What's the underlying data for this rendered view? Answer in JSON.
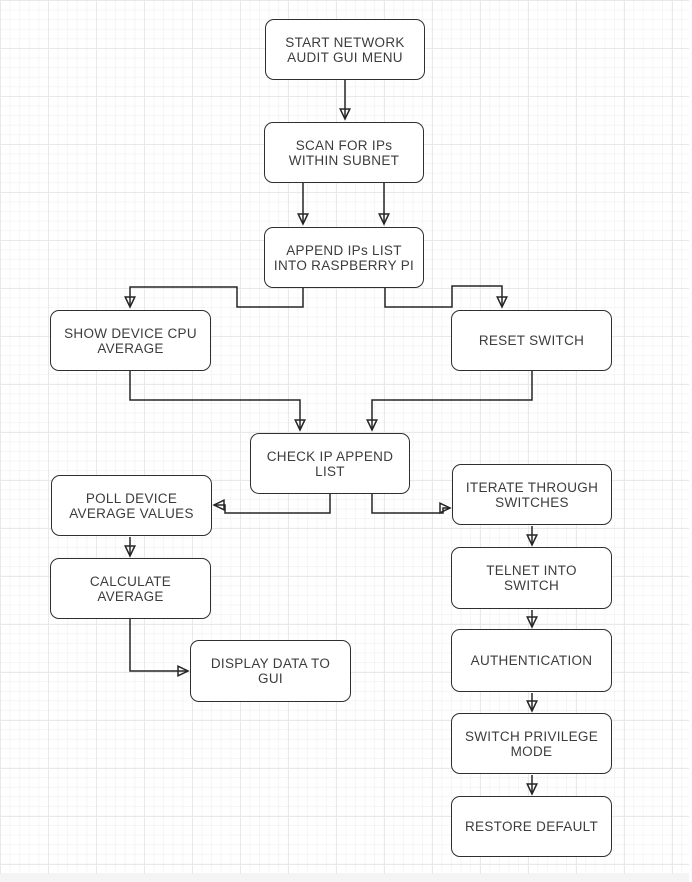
{
  "diagram_type": "flowchart",
  "nodes": {
    "start": {
      "label": "START NETWORK AUDIT GUI MENU"
    },
    "scan": {
      "label": "SCAN FOR IPs WITHIN SUBNET"
    },
    "append": {
      "label": "APPEND IPs LIST INTO RASPBERRY PI"
    },
    "show_cpu": {
      "label": "SHOW DEVICE CPU AVERAGE"
    },
    "reset": {
      "label": "RESET SWITCH"
    },
    "check": {
      "label": "CHECK IP APPEND LIST"
    },
    "poll": {
      "label": "POLL DEVICE AVERAGE VALUES"
    },
    "calc": {
      "label": "CALCULATE AVERAGE"
    },
    "display": {
      "label": "DISPLAY DATA TO GUI"
    },
    "iterate": {
      "label": "ITERATE THROUGH SWITCHES"
    },
    "telnet": {
      "label": "TELNET INTO SWITCH"
    },
    "auth": {
      "label": "AUTHENTICATION"
    },
    "privilege": {
      "label": "SWITCH PRIVILEGE MODE"
    },
    "restore": {
      "label": "RESTORE DEFAULT"
    }
  },
  "edges": [
    {
      "from": "start",
      "to": "scan"
    },
    {
      "from": "scan",
      "to": "append",
      "note": "two parallel arrows"
    },
    {
      "from": "append",
      "to": "show_cpu"
    },
    {
      "from": "append",
      "to": "reset"
    },
    {
      "from": "show_cpu",
      "to": "check"
    },
    {
      "from": "reset",
      "to": "check"
    },
    {
      "from": "check",
      "to": "poll"
    },
    {
      "from": "check",
      "to": "iterate"
    },
    {
      "from": "poll",
      "to": "calc"
    },
    {
      "from": "calc",
      "to": "display"
    },
    {
      "from": "iterate",
      "to": "telnet"
    },
    {
      "from": "telnet",
      "to": "auth"
    },
    {
      "from": "auth",
      "to": "privilege"
    },
    {
      "from": "privilege",
      "to": "restore"
    }
  ],
  "style": {
    "node_fill": "#ffffff",
    "node_stroke": "#2f2f2f",
    "edge_stroke": "#262626",
    "text_color": "#3c3c3c",
    "grid_minor": "#f5f5f5",
    "grid_major": "#e9e9e9",
    "background": "#ffffff"
  }
}
